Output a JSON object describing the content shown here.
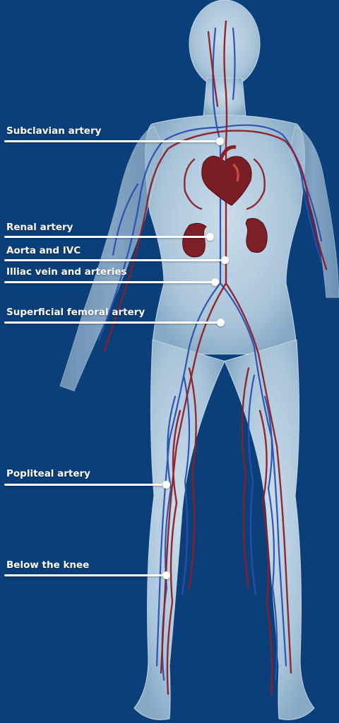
{
  "colors": {
    "background": "#0b3f7a",
    "body": "#b9d2e3",
    "artery": "#8e1f28",
    "vein": "#2a4fb0",
    "label": "#ffffff"
  },
  "labels": [
    {
      "id": "subclavian",
      "text": "Subclavian artery"
    },
    {
      "id": "renal",
      "text": "Renal artery"
    },
    {
      "id": "aorta",
      "text": "Aorta and IVC"
    },
    {
      "id": "illiac",
      "text": "Illiac vein and arteries"
    },
    {
      "id": "femoral",
      "text": "Superficial femoral artery"
    },
    {
      "id": "popliteal",
      "text": "Popliteal artery"
    },
    {
      "id": "below-knee",
      "text": "Below the knee"
    }
  ]
}
